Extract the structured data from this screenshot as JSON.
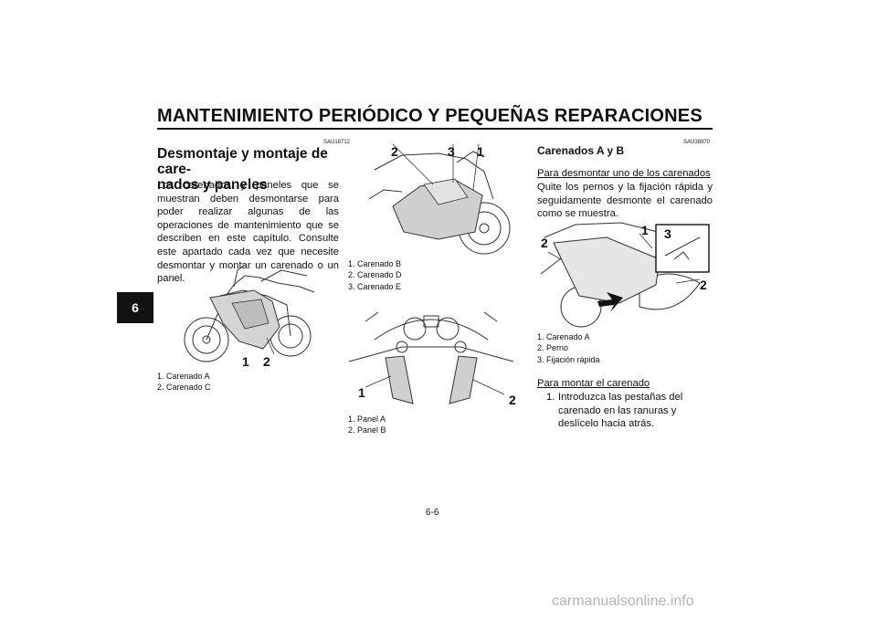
{
  "header": {
    "title": "MANTENIMIENTO PERIÓDICO Y PEQUEÑAS REPARACIONES",
    "chapter_tab": "6"
  },
  "left_column": {
    "code": "SAU18712",
    "heading_line1": "Desmontaje y montaje de care-",
    "heading_line2": "nados y paneles",
    "paragraph": "Los carenados y paneles que se muestran deben desmontarse para poder realizar algunas de las operaciones de mantenimiento que se describen en este capítulo. Consulte este apartado cada vez que necesite desmontar y montar un carenado o un panel.",
    "figure_callouts": [
      "1",
      "2"
    ],
    "captions": [
      "1.  Carenado A",
      "2.  Carenado C"
    ]
  },
  "middle_column": {
    "figure1_callouts": [
      "2",
      "3",
      "1"
    ],
    "figure1_captions": [
      "1.  Carenado B",
      "2.  Carenado D",
      "3.  Carenado E"
    ],
    "figure2_callouts": [
      "1",
      "2"
    ],
    "figure2_captions": [
      "1.  Panel A",
      "2.  Panel B"
    ]
  },
  "right_column": {
    "code": "SAU38970",
    "subheading": "Carenados A y B",
    "remove_title": "Para desmontar uno de los carenados",
    "remove_text": "Quite los pernos y la fijación rápida y seguidamente desmonte el carenado como se muestra.",
    "figure_callouts": [
      "2",
      "1",
      "3",
      "2"
    ],
    "captions": [
      "1.  Carenado A",
      "2.  Perno",
      "3.  Fijación rápida"
    ],
    "install_title": "Para montar el carenado",
    "step1_num": "1.",
    "step1_text": "Introduzca las pestañas del carenado en las ranuras y deslícelo hacia atrás."
  },
  "footer": {
    "page_number": "6-6",
    "watermark": "carmanualsonline.info"
  }
}
